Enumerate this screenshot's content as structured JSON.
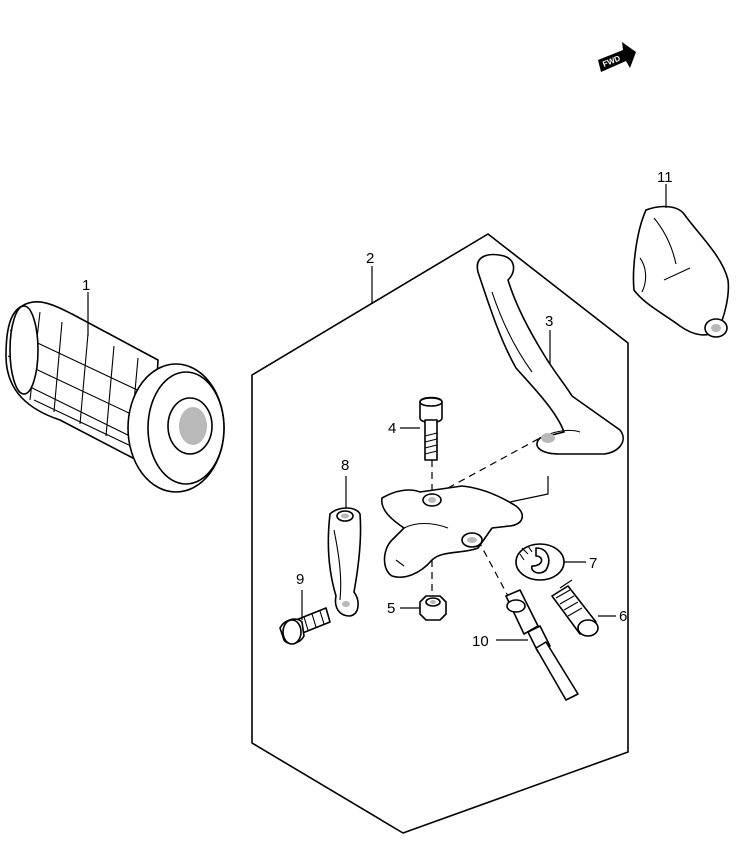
{
  "diagram": {
    "fwd_label": "FWD",
    "callouts": [
      {
        "id": "c1",
        "label": "1"
      },
      {
        "id": "c2",
        "label": "2"
      },
      {
        "id": "c3",
        "label": "3"
      },
      {
        "id": "c4",
        "label": "4"
      },
      {
        "id": "c5",
        "label": "5"
      },
      {
        "id": "c6",
        "label": "6"
      },
      {
        "id": "c7",
        "label": "7"
      },
      {
        "id": "c8",
        "label": "8"
      },
      {
        "id": "c9",
        "label": "9"
      },
      {
        "id": "c10",
        "label": "10"
      },
      {
        "id": "c11",
        "label": "11"
      }
    ]
  }
}
